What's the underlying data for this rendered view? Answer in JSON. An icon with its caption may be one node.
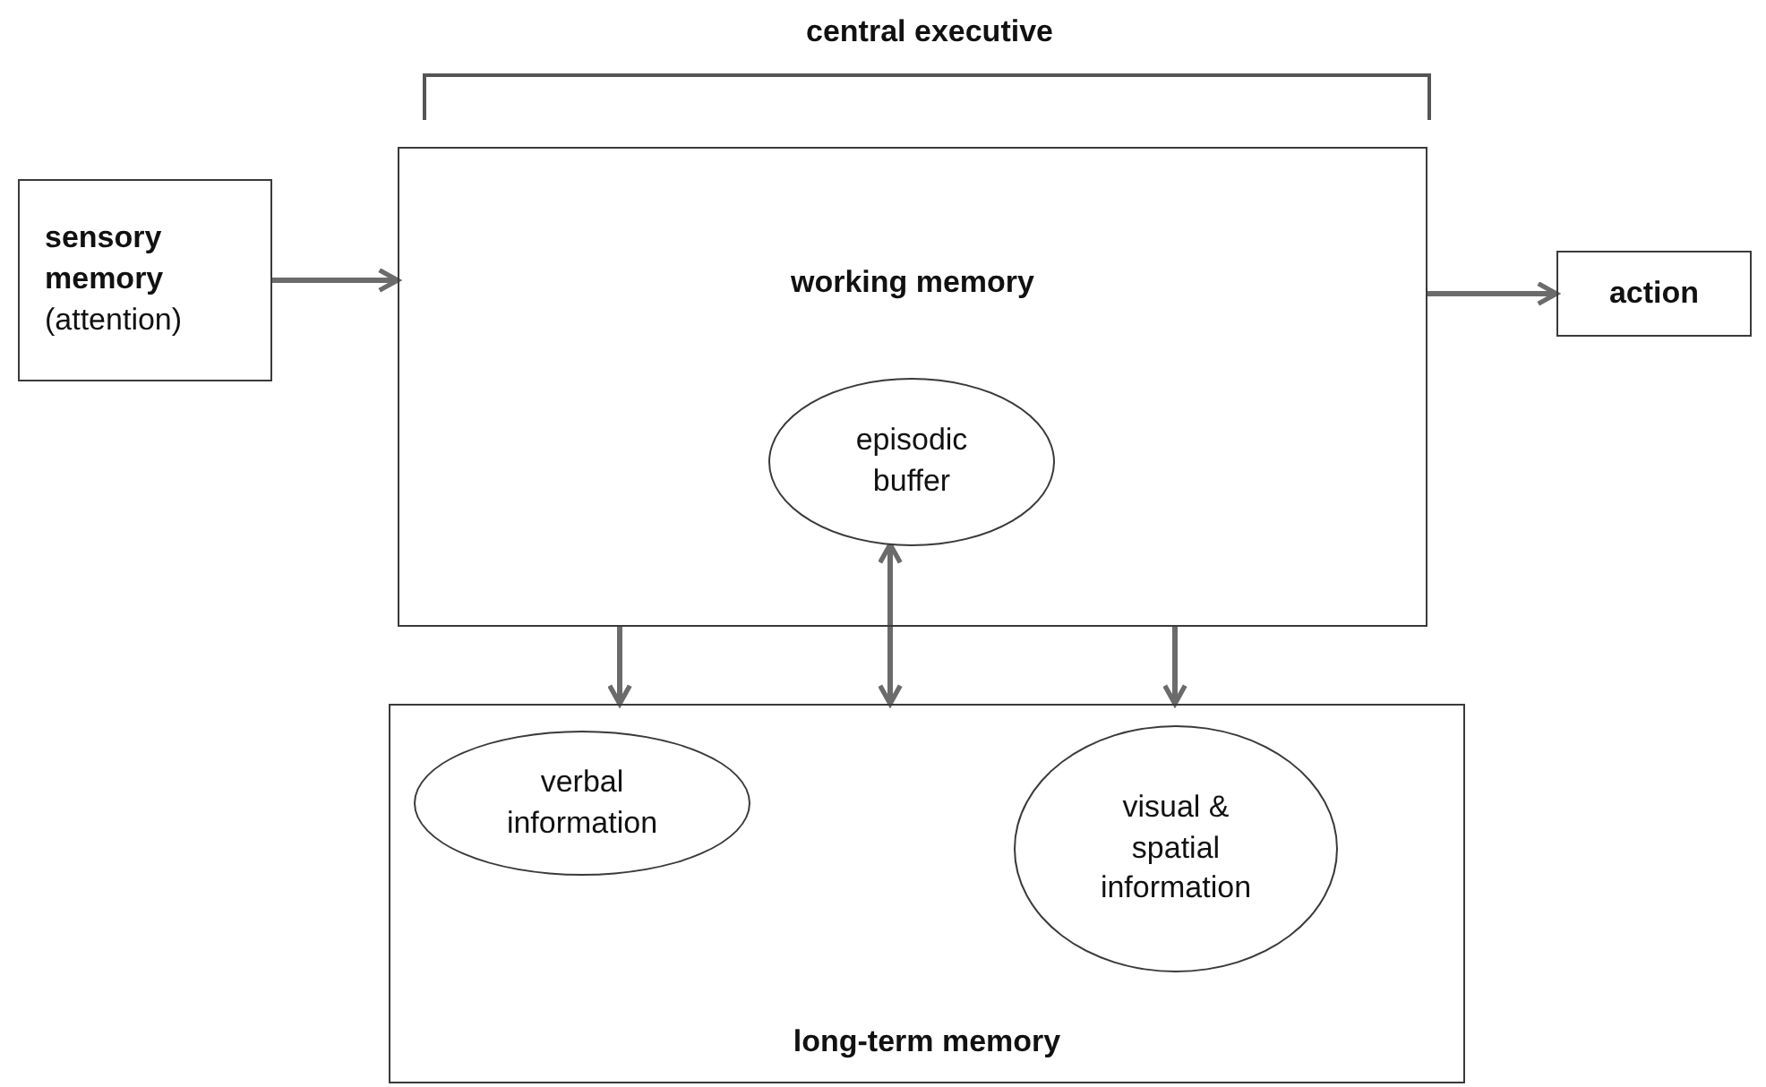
{
  "diagram": {
    "nodes": [
      {
        "text": [
          "sensory memory",
          "(attention)"
        ]
      },
      {
        "text": [
          "working memory"
        ]
      },
      {
        "text": [
          "episodic buffer"
        ],
        "in": 1
      },
      {
        "text": [
          "action"
        ]
      },
      {
        "text": [
          "long-term memory"
        ]
      },
      {
        "text": [
          "verbal information"
        ],
        "in": 4
      },
      {
        "text": [
          "visual & spatial information"
        ],
        "in": 4
      }
    ],
    "edges": [
      {
        "from": 0,
        "to": 1,
        "arrow": "to"
      },
      {
        "from": 1,
        "to": 3,
        "arrow": "to"
      },
      {
        "from": 1,
        "to": 4,
        "arrow": "to"
      },
      {
        "from": 1,
        "to": 4,
        "arrow": "to"
      },
      {
        "from": 2,
        "to": 4,
        "arrow": "both"
      }
    ],
    "labels": [
      "central executive"
    ]
  }
}
